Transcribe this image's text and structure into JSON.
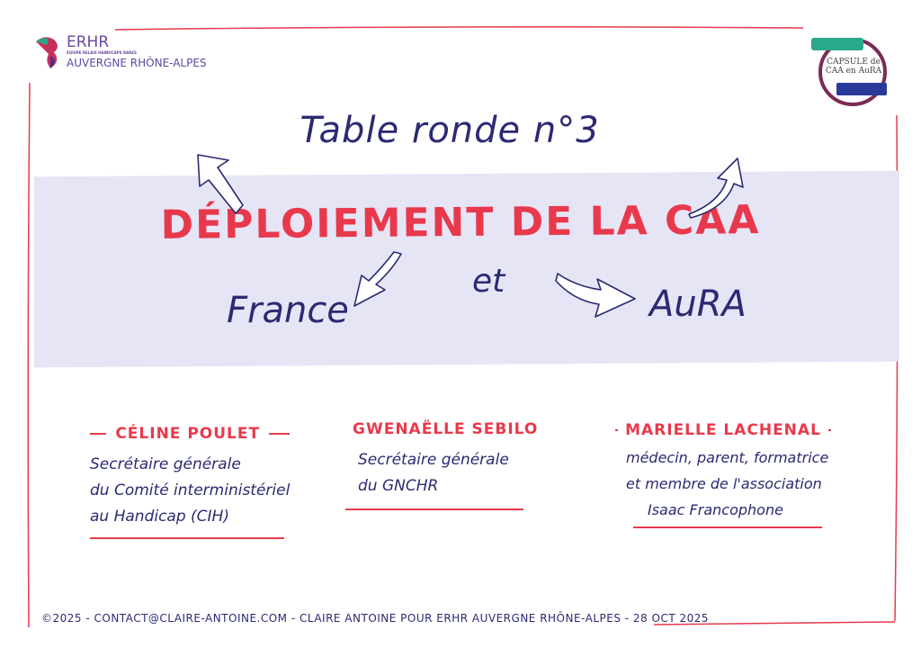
{
  "logo_left": {
    "name": "ERHR",
    "subtitle": "ÉQUIPE RELAIS HANDICAPS RARES",
    "region": "AUVERGNE RHÔNE-ALPES"
  },
  "logo_right": {
    "title_line1": "CAPSULE de",
    "title_line2": "CAA en AuRA"
  },
  "title": "Table ronde n°3",
  "headline": "DÉPLOIEMENT DE LA CAA",
  "connector": "et",
  "left_term": "France",
  "right_term": "AuRA",
  "speakers": [
    {
      "name": "CÉLINE POULET",
      "role": [
        "Secrétaire générale",
        "du Comité interministériel",
        "au Handicap (CIH)"
      ]
    },
    {
      "name": "GWENAËLLE SEBILO",
      "role": [
        "Secrétaire générale",
        "du GNCHR"
      ]
    },
    {
      "name": "MARIELLE LACHENAL",
      "role": [
        "médecin, parent, formatrice",
        "et membre de l'association",
        "Isaac Francophone"
      ]
    }
  ],
  "footer": "©2025 - CONTACT@CLAIRE-ANTOINE.COM - CLAIRE ANTOINE POUR   ERHR AUVERGNE RHÔNE-ALPES - 28 OCT 2025",
  "colors": {
    "navy": "#2b2a72",
    "red": "#e8394c",
    "band": "#e6e5f6"
  }
}
